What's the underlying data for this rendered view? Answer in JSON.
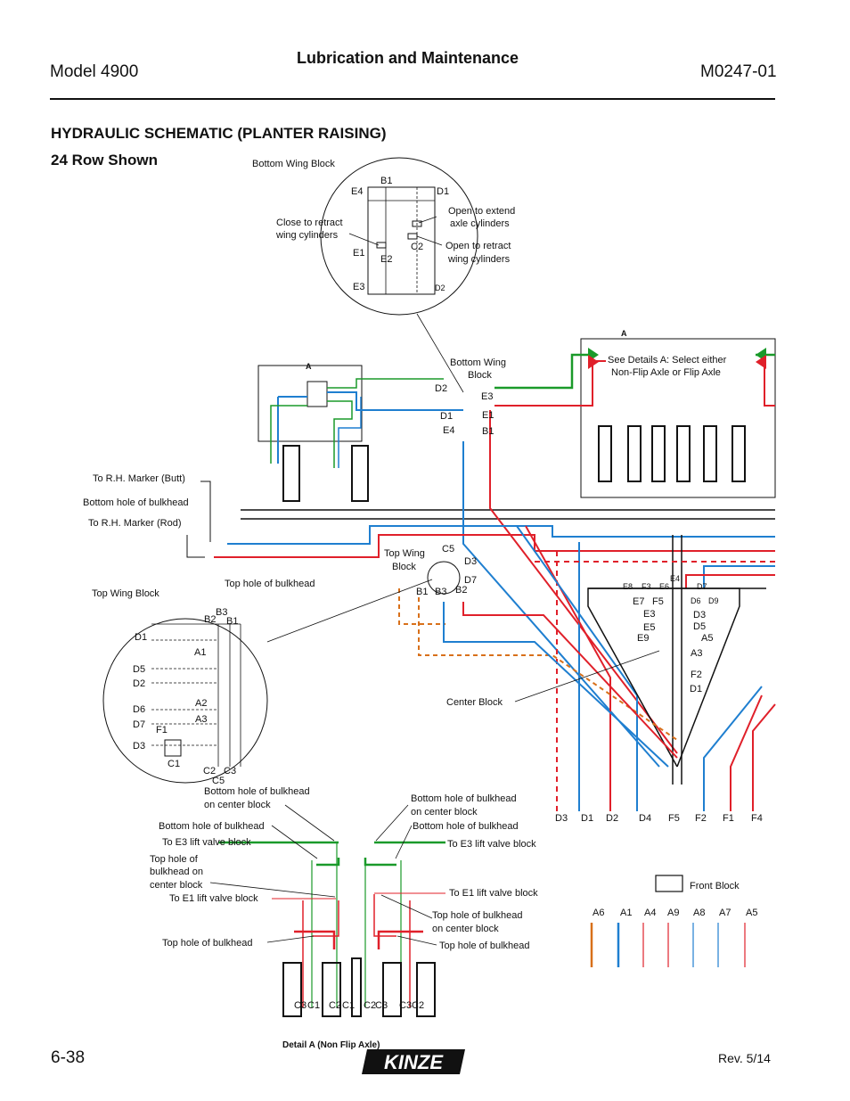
{
  "header": {
    "model": "Model 4900",
    "title": "Lubrication and Maintenance",
    "doc_number": "M0247-01"
  },
  "section": {
    "title": "HYDRAULIC SCHEMATIC (PLANTER RAISING)",
    "subtitle": "24 Row Shown"
  },
  "footer": {
    "page": "6-38",
    "revision": "Rev. 5/14",
    "brand": "KINZE"
  },
  "labels": {
    "bottom_wing_block_detail": "Bottom Wing Block",
    "close_to_retract_1": "Close to retract",
    "close_to_retract_2": "wing cylinders",
    "open_to_extend_1": "Open to extend",
    "open_to_extend_2": "axle cylinders",
    "open_to_retract_1": "Open to retract",
    "open_to_retract_2": "wing cylinders",
    "detail_a_left": "A",
    "detail_a_right": "A",
    "see_details_1": "See Details A: Select either",
    "see_details_2": "Non-Flip Axle or Flip Axle",
    "bottom_wing_block_1": "Bottom Wing",
    "bottom_wing_block_2": "Block",
    "to_rh_marker_butt": "To R.H. Marker (Butt)",
    "bottom_hole_bulkhead_l": "Bottom hole of bulkhead",
    "to_rh_marker_rod": "To R.H. Marker (Rod)",
    "top_wing_block_1": "Top Wing",
    "top_wing_block_2": "Block",
    "top_hole_bulkhead_l": "Top hole of bulkhead",
    "top_wing_block_detail": "Top Wing Block",
    "center_block": "Center Block",
    "bottom_hole_center_l1": "Bottom hole of bulkhead",
    "bottom_hole_center_l2": "on center block",
    "bottom_hole_center_r1": "Bottom hole of bulkhead",
    "bottom_hole_center_r2": "on center block",
    "bottom_hole_bulkhead_dl": "Bottom hole of bulkhead",
    "bottom_hole_bulkhead_dr": "Bottom hole of bulkhead",
    "to_e3_lift_l": "To E3 lift valve block",
    "to_e3_lift_r": "To E3 lift valve block",
    "top_hole_center_l1": "Top hole of",
    "top_hole_center_l2": "bulkhead on",
    "top_hole_center_l3": "center block",
    "to_e1_lift_l": "To E1 lift valve block",
    "to_e1_lift_r": "To E1 lift valve block",
    "top_hole_center_r1": "Top hole of bulkhead",
    "top_hole_center_r2": "on center block",
    "top_hole_bulkhead_dl": "Top hole of bulkhead",
    "top_hole_bulkhead_dr": "Top hole of bulkhead",
    "front_block": "Front Block",
    "detail_a_caption": "Detail A (Non Flip Axle)"
  },
  "ports": {
    "bwb_detail": [
      "B1",
      "E4",
      "D1",
      "E1",
      "E2",
      "C2",
      "E3",
      "D2"
    ],
    "bwb_main": [
      "D2",
      "E3",
      "D1",
      "E1",
      "E4",
      "B1"
    ],
    "twb_main": [
      "C5",
      "D3",
      "D7",
      "B1",
      "B3",
      "B2"
    ],
    "twb_detail": [
      "B3",
      "B2",
      "B1",
      "D1",
      "A1",
      "D5",
      "D2",
      "D6",
      "A2",
      "D7",
      "A3",
      "F1",
      "D3",
      "C1",
      "C2",
      "C3",
      "C5"
    ],
    "center_top": [
      "E8",
      "F3",
      "E6",
      "E4",
      "D7",
      "E7",
      "F5",
      "D6",
      "D9"
    ],
    "center_side": [
      "E3",
      "D3",
      "E5",
      "D5",
      "E9",
      "A5",
      "A3",
      "F2",
      "D1"
    ],
    "bottom_row": [
      "D3",
      "D1",
      "D2",
      "D4",
      "F5",
      "F2",
      "F1",
      "F4"
    ],
    "front_block": [
      "A6",
      "A1",
      "A4",
      "A9",
      "A8",
      "A7",
      "A5"
    ],
    "detail_cyl": [
      "C3",
      "C1",
      "C2",
      "C1",
      "C2",
      "C3",
      "C3",
      "C2"
    ]
  },
  "colors": {
    "pressure": "#e0202a",
    "return": "#1f7fd0",
    "wing": "#1a9a2a",
    "marker": "#d8701a",
    "line": "#111111"
  }
}
